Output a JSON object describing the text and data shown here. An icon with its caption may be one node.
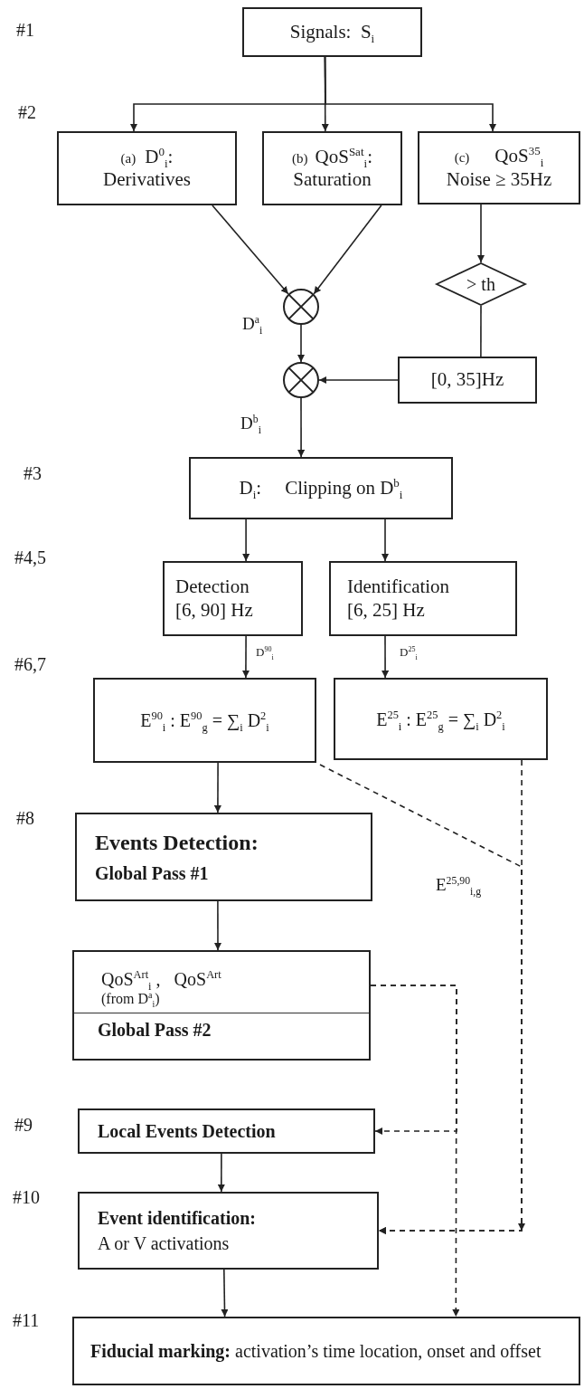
{
  "diagram": {
    "nodes": [
      {
        "text": [
          "Signals:  S$_{i}$"
        ]
      },
      {
        "text": [
          "(a)",
          "D$^{0}$$_{i}$:",
          "Derivatives"
        ]
      },
      {
        "text": [
          "(b)",
          "QoS$^{Sat}$$_{i}$:",
          "Saturation"
        ]
      },
      {
        "text": [
          "(c)",
          "QoS$^{35}$$_{i}$",
          "Noise ≥ 35Hz"
        ]
      },
      {
        "text": [],
        "shape": "circle"
      },
      {
        "text": [
          "> th"
        ]
      },
      {
        "text": [],
        "shape": "circle"
      },
      {
        "text": [
          "[0, 35]Hz"
        ]
      },
      {
        "text": [
          "D$_{i}$:",
          "Clipping on D$^{b}$$_{i}$"
        ]
      },
      {
        "text": [
          "Detection",
          "[6, 90] Hz"
        ]
      },
      {
        "text": [
          "Identification",
          "[6, 25] Hz"
        ]
      },
      {
        "text": [
          "E$^{90}$$_{i}$ : E$^{90}$$_{g}$ = ∑$_{i}$ D$^{2}$$_{i}$"
        ]
      },
      {
        "text": [
          "E$^{25}$$_{i}$ : E$^{25}$$_{g}$ = ∑$_{i}$ D$^{2}$$_{i}$"
        ]
      },
      {
        "text": [
          "Events Detection:",
          "Global Pass #1"
        ]
      },
      {
        "text": [
          "QoS$^{Art}$$_{i}$ ,   QoS$^{Art}$",
          "(from D$^{a}$$_{i}$)",
          "Global Pass #2"
        ]
      },
      {
        "text": [
          "Local Events Detection"
        ]
      },
      {
        "text": [
          "Event identification:",
          "A or V activations"
        ]
      },
      {
        "text": [
          "**Fiducial marking:** activation’s time location, onset and offset"
        ]
      }
    ],
    "edges": [
      {
        "from": 0,
        "to": 1,
        "arrow": "to"
      },
      {
        "from": 0,
        "to": 2,
        "arrow": "to"
      },
      {
        "from": 0,
        "to": 3,
        "arrow": "to"
      },
      {
        "from": 1,
        "to": 4,
        "arrow": "to"
      },
      {
        "from": 2,
        "to": 4,
        "arrow": "to"
      },
      {
        "from": 3,
        "to": 5,
        "arrow": "to"
      },
      {
        "from": 5,
        "to": 7,
        "arrow": "none"
      },
      {
        "from": 4,
        "to": 6,
        "arrow": "to",
        "label": "D$^{a}$$_{i}$"
      },
      {
        "from": 7,
        "to": 6,
        "arrow": "to"
      },
      {
        "from": 6,
        "to": 8,
        "arrow": "to",
        "label": "D$^{b}$$_{i}$"
      },
      {
        "from": 8,
        "to": 9,
        "arrow": "to"
      },
      {
        "from": 8,
        "to": 10,
        "arrow": "to"
      },
      {
        "from": 9,
        "to": 11,
        "arrow": "to",
        "label": "D$^{90}$$_{i}$"
      },
      {
        "from": 10,
        "to": 12,
        "arrow": "to",
        "label": "D$^{25}$$_{i}$"
      },
      {
        "from": 11,
        "to": 13,
        "arrow": "to"
      },
      {
        "from": 11,
        "to": 16,
        "arrow": "to",
        "style": "dashed",
        "label": "E$^{25,90}$$_{i,g}$"
      },
      {
        "from": 12,
        "to": 16,
        "arrow": "to",
        "style": "dashed"
      },
      {
        "from": 13,
        "to": 14,
        "arrow": "to"
      },
      {
        "from": 14,
        "to": 15,
        "arrow": "to",
        "style": "dashed"
      },
      {
        "from": 14,
        "to": 17,
        "arrow": "to",
        "style": "dashed"
      },
      {
        "from": 15,
        "to": 16,
        "arrow": "to"
      },
      {
        "from": 16,
        "to": 17,
        "arrow": "to"
      }
    ],
    "labels": [
      "#1",
      "#2",
      "#3",
      "#4,5",
      "#6,7",
      "#8",
      "#9",
      "#10",
      "#11"
    ]
  }
}
